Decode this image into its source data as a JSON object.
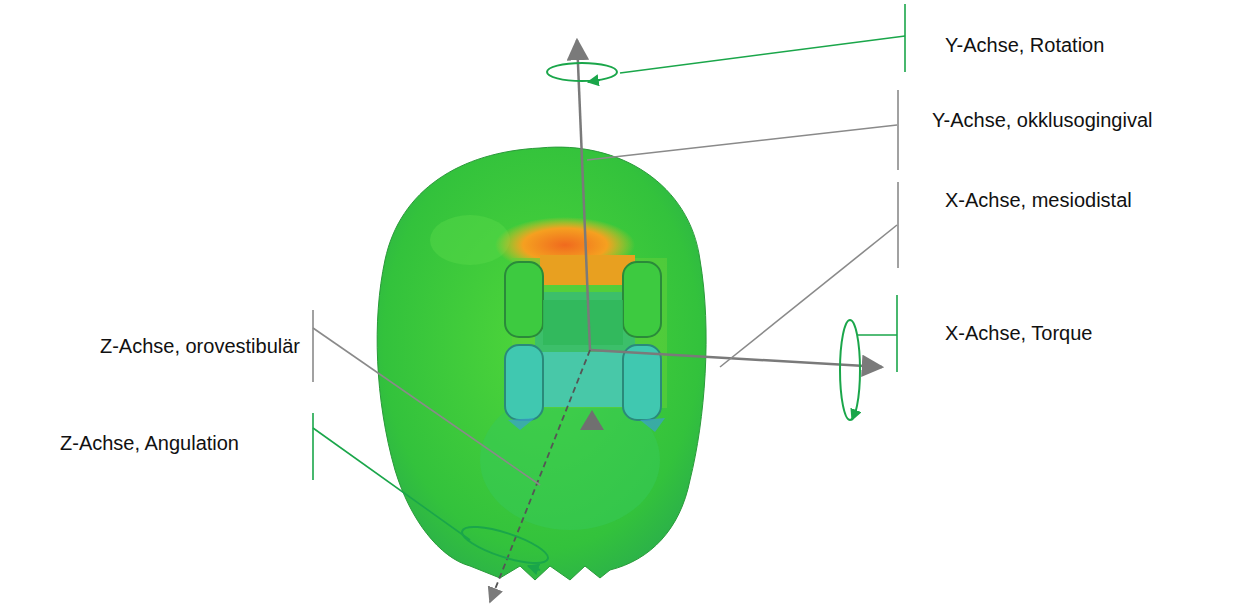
{
  "diagram": {
    "labels": [
      "Y-Achse, Rotation",
      "Y-Achse, okklusogingival",
      "X-Achse, mesiodistal",
      "X-Achse, Torque",
      "Z-Achse, orovestibulär",
      "Z-Achse, Angulation"
    ]
  }
}
